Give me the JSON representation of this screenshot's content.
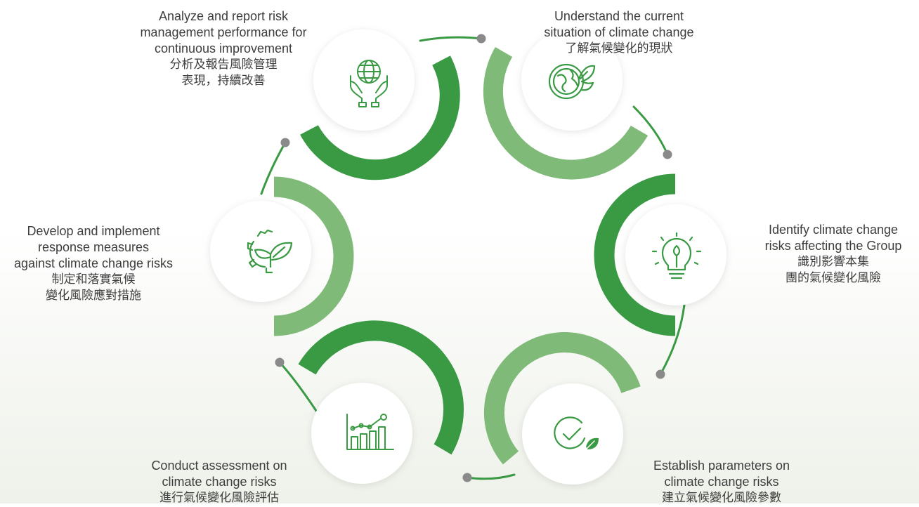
{
  "diagram": {
    "colors": {
      "dark_green": "#3a9a44",
      "light_green": "#7fba78",
      "connector": "#3a9a44",
      "dot": "#8a8a8a",
      "icon": "#3a9a44",
      "circle": "#ffffff"
    },
    "steps": [
      {
        "key": "understand",
        "icon": "earth-leaf-icon",
        "en": "Understand the current\nsituation of climate change",
        "zh": "了解氣候變化的現狀"
      },
      {
        "key": "identify",
        "icon": "lightbulb-leaf-icon",
        "en": "Identify climate change\nrisks affecting the Group",
        "zh": "識別影響本集\n團的氣候變化風險"
      },
      {
        "key": "establish",
        "icon": "check-leaf-icon",
        "en": "Establish parameters on\nclimate change risks",
        "zh": "建立氣候變化風險參數"
      },
      {
        "key": "assess",
        "icon": "bar-chart-trend-icon",
        "en": "Conduct assessment on\nclimate change risks",
        "zh": "進行氣候變化風險評估"
      },
      {
        "key": "respond",
        "icon": "gear-sprout-icon",
        "en": "Develop and implement\nresponse measures\nagainst climate change risks",
        "zh": "制定和落實氣候\n變化風險應對措施"
      },
      {
        "key": "report",
        "icon": "hands-globe-icon",
        "en": "Analyze and report risk\nmanagement performance for\ncontinuous improvement",
        "zh": "分析及報告風險管理\n表現，持續改善"
      }
    ]
  }
}
